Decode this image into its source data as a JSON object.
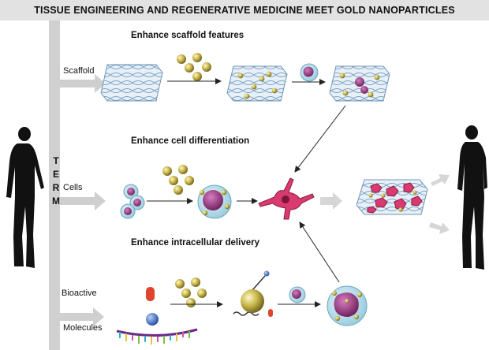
{
  "title": "TISSUE ENGINEERING AND REGENERATIVE MEDICINE MEET GOLD NANOPARTICLES",
  "headings": {
    "scaffold": "Enhance scaffold features",
    "cells": "Enhance cell differentiation",
    "delivery": "Enhance intracellular  delivery"
  },
  "inputs": {
    "scaffold": "Scaffold",
    "cells": "Cells",
    "bioactive": "Bioactive",
    "molecules": "Molecules"
  },
  "term_letters": [
    "T",
    "E",
    "R",
    "M"
  ],
  "colors": {
    "gold": "#c9b84a",
    "cell_body": "#bfe3ee",
    "nucleus": "#a6358a",
    "neuron": "#d93a6f",
    "arrow_gray": "#cfcfcf",
    "scaffold_fiber": "#b9d3e6"
  }
}
